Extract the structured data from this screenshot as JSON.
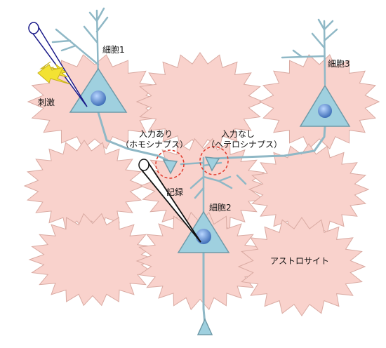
{
  "labels": {
    "cell1": "細胞1",
    "cell2": "細胞2",
    "cell3": "細胞3",
    "stimulus": "刺激",
    "input_present": "入力あり",
    "homosynaptic": "（ホモシナプス）",
    "input_absent": "入力なし",
    "heterosynaptic": "（ヘテロシナプス）",
    "recording": "記録",
    "astrocyte": "アストロサイト"
  },
  "colors": {
    "astrocyte_fill": "#f9d2cc",
    "astrocyte_edge": "#d9aaa2",
    "neuron_fill": "#9fd0df",
    "neuron_edge": "#6f9aa8",
    "process_color": "#8fb8c6",
    "nucleus_fill": "#5f88c8",
    "synapse_circle": "#e0392b",
    "lightning": "#f3e233"
  },
  "icons": {
    "stimulus": "lightning-bolt-icon",
    "electrode": "electrode-icon"
  }
}
